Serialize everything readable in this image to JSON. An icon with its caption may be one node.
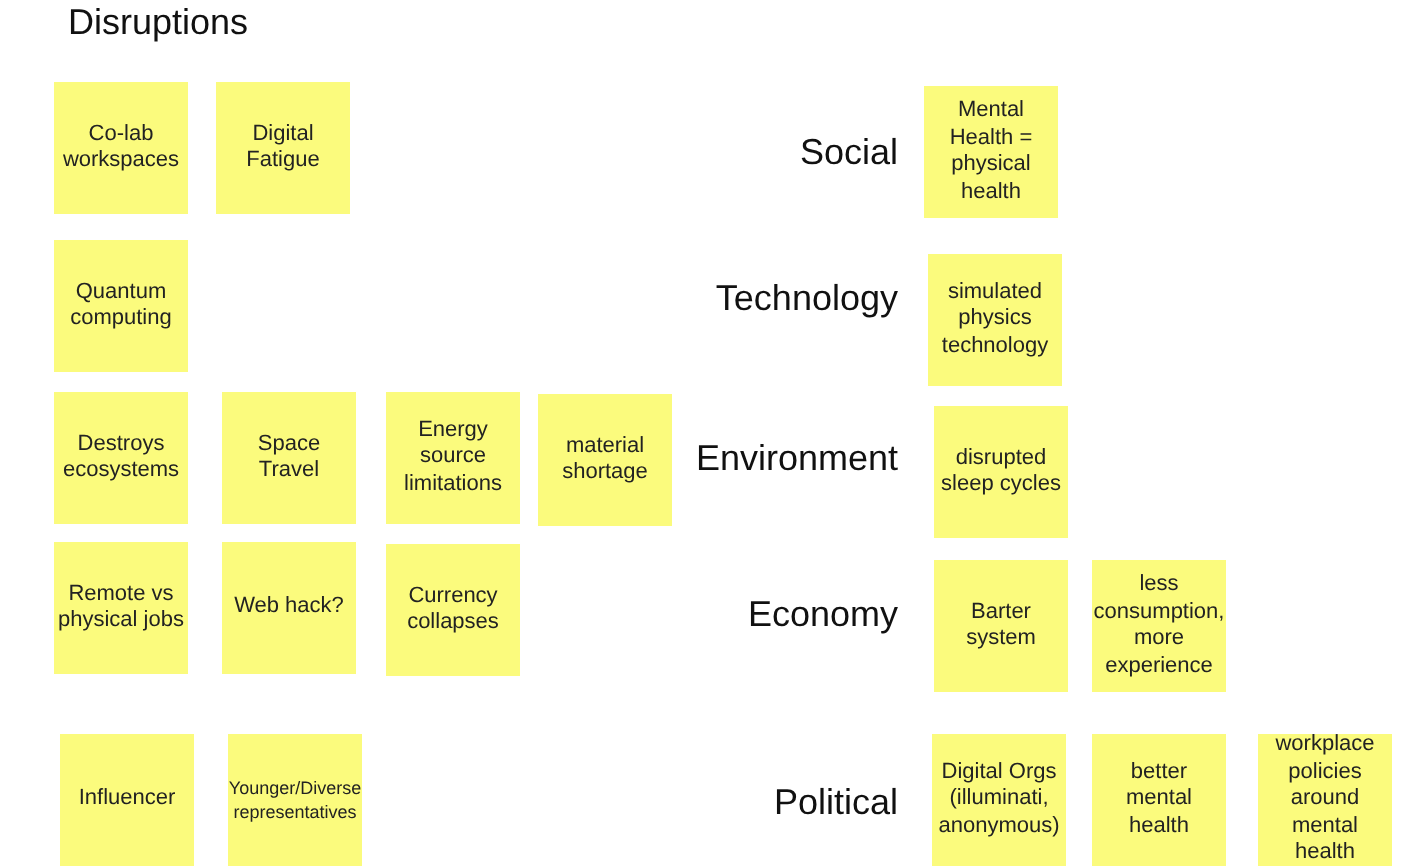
{
  "diagram": {
    "title": "Disruptions",
    "nodes": [
      {
        "text": [
          "Co-lab workspaces"
        ]
      },
      {
        "text": [
          "Digital Fatigue"
        ]
      },
      {
        "text": [
          "Mental Health = physical health"
        ]
      },
      {
        "text": [
          "Quantum computing"
        ]
      },
      {
        "text": [
          "simulated physics technology"
        ]
      },
      {
        "text": [
          "Destroys ecosystems"
        ]
      },
      {
        "text": [
          "Space Travel"
        ]
      },
      {
        "text": [
          "Energy source limitations"
        ]
      },
      {
        "text": [
          "material shortage"
        ]
      },
      {
        "text": [
          "disrupted sleep cycles"
        ]
      },
      {
        "text": [
          "Remote vs physical jobs"
        ]
      },
      {
        "text": [
          "Web hack?"
        ]
      },
      {
        "text": [
          "Currency collapses"
        ]
      },
      {
        "text": [
          "Barter system"
        ]
      },
      {
        "text": [
          "less consumption, more experience"
        ]
      },
      {
        "text": [
          "Influencer"
        ]
      },
      {
        "text": [
          "Younger/Diverse representatives"
        ]
      },
      {
        "text": [
          "Digital Orgs (illuminati, anonymous)"
        ]
      },
      {
        "text": [
          "better mental health"
        ]
      },
      {
        "text": [
          "workplace policies around mental health"
        ]
      }
    ],
    "labels": [
      "Social",
      "Technology",
      "Environment",
      "Economy",
      "Political"
    ]
  }
}
